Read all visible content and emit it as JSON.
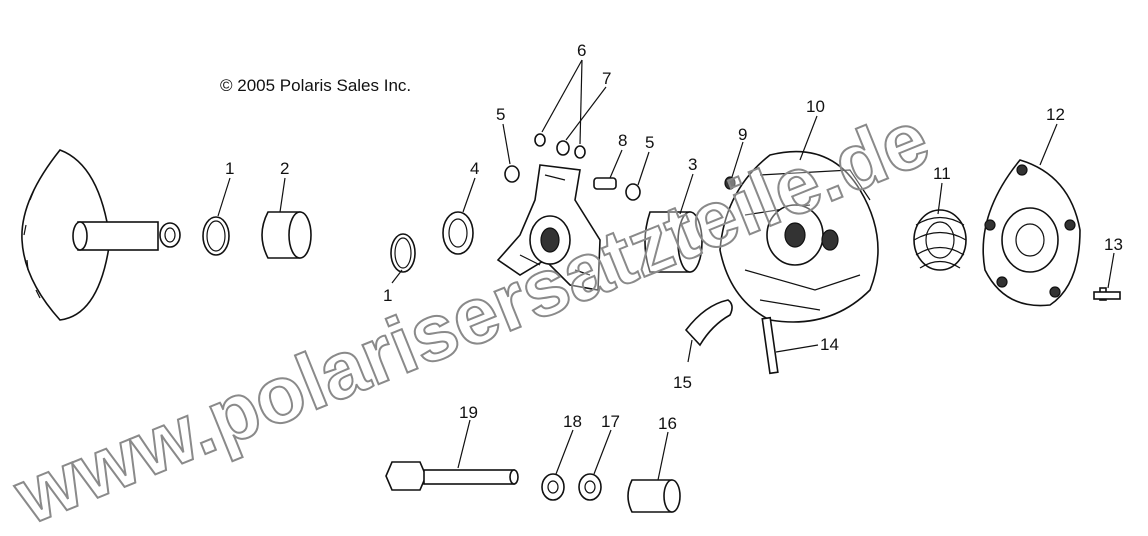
{
  "copyright": "© 2005 Polaris Sales Inc.",
  "watermark": "www.polarisersatzteile.de",
  "callouts": [
    "1",
    "2",
    "1",
    "4",
    "5",
    "6",
    "7",
    "8",
    "5",
    "3",
    "9",
    "10",
    "11",
    "12",
    "13",
    "14",
    "15",
    "19",
    "18",
    "17",
    "16"
  ]
}
